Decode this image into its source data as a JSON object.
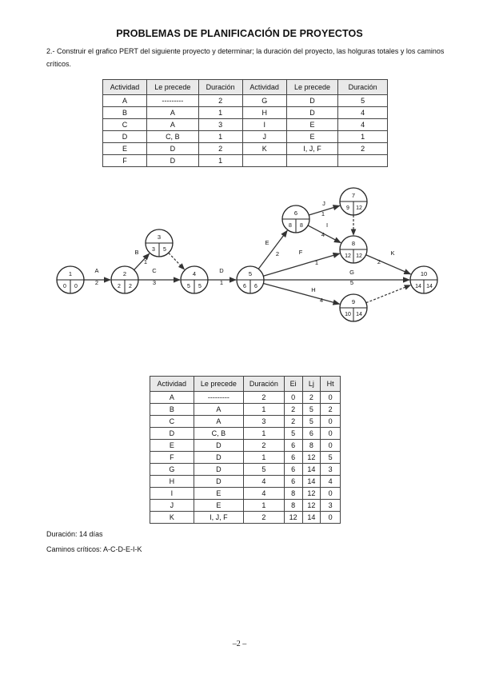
{
  "title": "PROBLEMAS DE PLANIFICACIÓN DE PROYECTOS",
  "statement": "2.- Construir el grafico PERT del siguiente proyecto y determinar; la duración del proyecto, las holguras totales y los caminos críticos.",
  "table1": {
    "headers": [
      "Actividad",
      "Le precede",
      "Duración",
      "Actividad",
      "Le precede",
      "Duración"
    ],
    "rows": [
      [
        "A",
        "---------",
        "2",
        "G",
        "D",
        "5"
      ],
      [
        "B",
        "A",
        "1",
        "H",
        "D",
        "4"
      ],
      [
        "C",
        "A",
        "3",
        "I",
        "E",
        "4"
      ],
      [
        "D",
        "C, B",
        "1",
        "J",
        "E",
        "1"
      ],
      [
        "E",
        "D",
        "2",
        "K",
        "I, J, F",
        "2"
      ],
      [
        "F",
        "D",
        "1",
        "",
        "",
        ""
      ]
    ]
  },
  "pert": {
    "nodes": [
      {
        "id": "1",
        "ei": "0",
        "lj": "0"
      },
      {
        "id": "2",
        "ei": "2",
        "lj": "2"
      },
      {
        "id": "3",
        "ei": "3",
        "lj": "5"
      },
      {
        "id": "4",
        "ei": "5",
        "lj": "5"
      },
      {
        "id": "5",
        "ei": "6",
        "lj": "6"
      },
      {
        "id": "6",
        "ei": "8",
        "lj": "8"
      },
      {
        "id": "7",
        "ei": "9",
        "lj": "12"
      },
      {
        "id": "8",
        "ei": "12",
        "lj": "12"
      },
      {
        "id": "9",
        "ei": "10",
        "lj": "14"
      },
      {
        "id": "10",
        "ei": "14",
        "lj": "14"
      }
    ],
    "arcs": [
      {
        "act": "A",
        "dur": "2"
      },
      {
        "act": "B",
        "dur": "1"
      },
      {
        "act": "C",
        "dur": "3"
      },
      {
        "act": "D",
        "dur": "1"
      },
      {
        "act": "E",
        "dur": "2"
      },
      {
        "act": "F",
        "dur": "1"
      },
      {
        "act": "G",
        "dur": "5"
      },
      {
        "act": "H",
        "dur": "4"
      },
      {
        "act": "I",
        "dur": "4"
      },
      {
        "act": "J",
        "dur": "1"
      },
      {
        "act": "K",
        "dur": "2"
      }
    ]
  },
  "table2": {
    "headers": [
      "Actividad",
      "Le precede",
      "Duración",
      "Ei",
      "Lj",
      "Ht"
    ],
    "rows": [
      [
        "A",
        "---------",
        "2",
        "0",
        "2",
        "0"
      ],
      [
        "B",
        "A",
        "1",
        "2",
        "5",
        "2"
      ],
      [
        "C",
        "A",
        "3",
        "2",
        "5",
        "0"
      ],
      [
        "D",
        "C, B",
        "1",
        "5",
        "6",
        "0"
      ],
      [
        "E",
        "D",
        "2",
        "6",
        "8",
        "0"
      ],
      [
        "F",
        "D",
        "1",
        "6",
        "12",
        "5"
      ],
      [
        "G",
        "D",
        "5",
        "6",
        "14",
        "3"
      ],
      [
        "H",
        "D",
        "4",
        "6",
        "14",
        "4"
      ],
      [
        "I",
        "E",
        "4",
        "8",
        "12",
        "0"
      ],
      [
        "J",
        "E",
        "1",
        "8",
        "12",
        "3"
      ],
      [
        "K",
        "I, J, F",
        "2",
        "12",
        "14",
        "0"
      ]
    ]
  },
  "duration_text": "Duración: 14 días",
  "critical_text": "Caminos críticos: A-C-D-E-I-K",
  "page_number": "–2 –"
}
